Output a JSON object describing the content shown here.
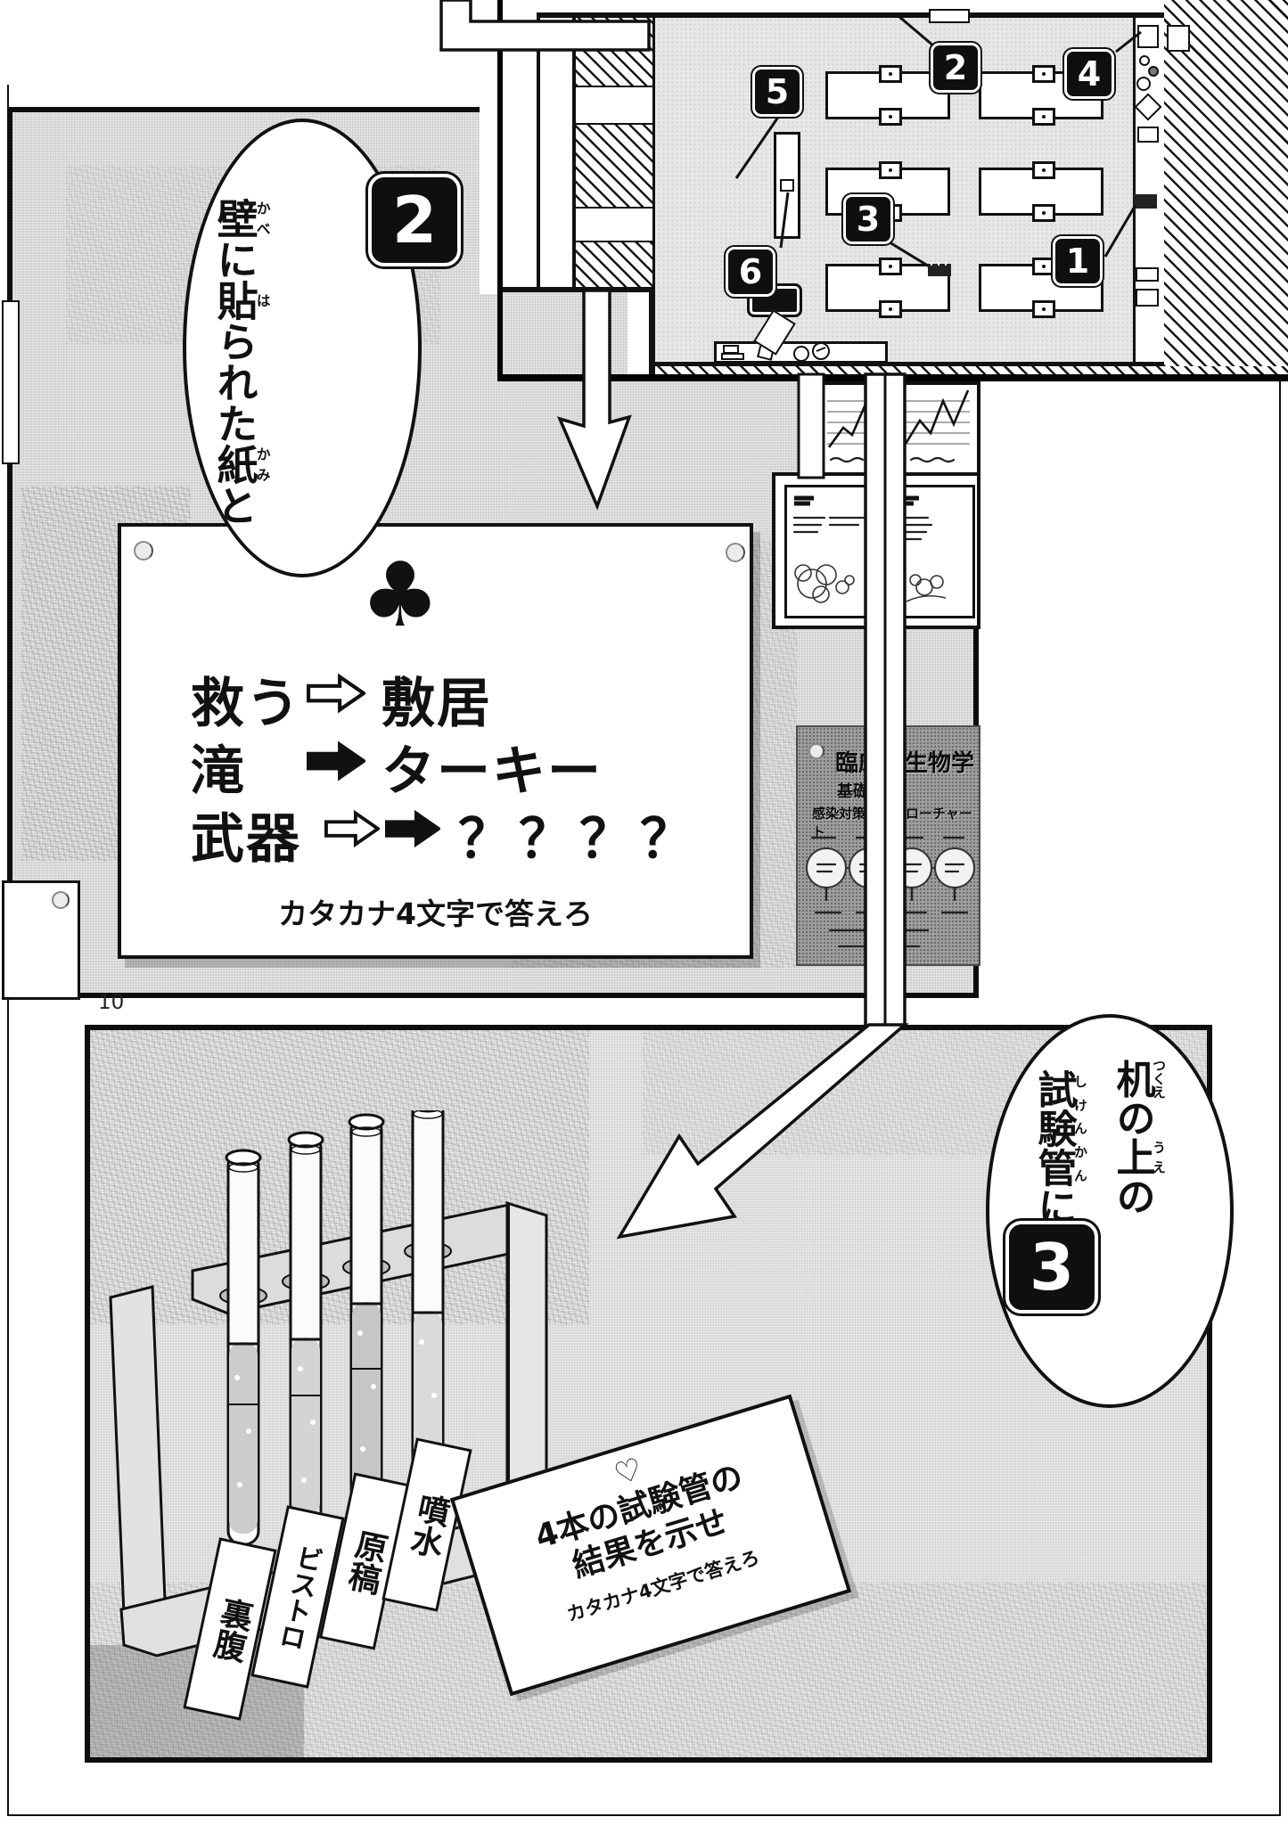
{
  "colors": {
    "ink": "#111111",
    "wall_gray": "#d9d9d9",
    "poster_dark_gray": "#9e9e9e",
    "paper_white": "#ffffff"
  },
  "page": {
    "number": "10"
  },
  "panel_top": {
    "bubble": {
      "label": "2",
      "text": "壁に貼られた紙と",
      "segments": [
        {
          "t": "壁",
          "r": "かべ"
        },
        {
          "t": "に"
        },
        {
          "t": "貼",
          "r": "は"
        },
        {
          "t": "られた"
        },
        {
          "t": "紙",
          "r": "かみ"
        },
        {
          "t": "と"
        }
      ]
    },
    "club_card": {
      "suit": "♣",
      "rows": [
        {
          "left": "救う",
          "arrows": [
            "outline"
          ],
          "right": "敷居"
        },
        {
          "left": "滝",
          "arrows": [
            "solid"
          ],
          "right": "ターキー"
        },
        {
          "left": "武器",
          "arrows": [
            "outline",
            "solid"
          ],
          "right": "？？？？"
        }
      ],
      "note": "カタカナ4文字で答えろ"
    }
  },
  "map": {
    "markers": [
      {
        "label": "1"
      },
      {
        "label": "2"
      },
      {
        "label": "3"
      },
      {
        "label": "4"
      },
      {
        "label": "5"
      },
      {
        "label": "6"
      }
    ]
  },
  "posters": {
    "graph_poster": {
      "description": "two small line graphs, caption illegible"
    },
    "board_posters": [
      {
        "description": "small print poster, text illegible, plant sketch"
      },
      {
        "description": "small print poster, text illegible, flower sketch"
      }
    ],
    "dark_poster": {
      "title": "臨床微生物学",
      "line2": "基礎知識",
      "line3": "感染対策へのフローチャート",
      "flowchart_circles": 4
    }
  },
  "panel_bottom": {
    "bubble": {
      "label": "3",
      "text": "机の上の試験管に",
      "cols": [
        [
          {
            "t": "机",
            "r": "つくえ"
          },
          {
            "t": "の"
          },
          {
            "t": "上",
            "r": "うえ"
          },
          {
            "t": "の"
          }
        ],
        [
          {
            "t": "試験管",
            "r": "しけんかん"
          },
          {
            "t": "に"
          }
        ]
      ]
    },
    "tube_labels": [
      "裏腹",
      "ビストロ",
      "原稿",
      "噴水"
    ],
    "heart_card": {
      "suit": "♡",
      "line1": "4本の試験管の",
      "line2": "結果を示せ",
      "note": "カタカナ4文字で答えろ"
    }
  }
}
